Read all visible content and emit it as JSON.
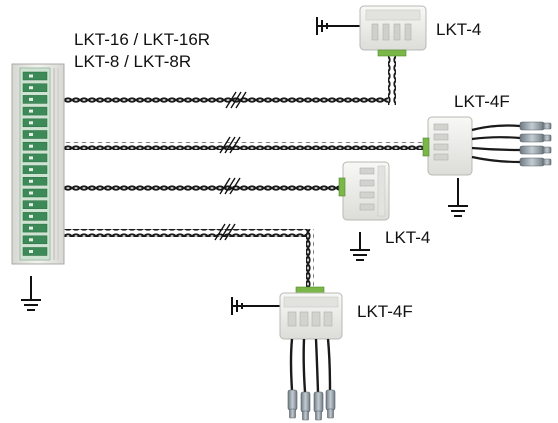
{
  "diagram": {
    "panel_labels": [
      "LKT-16 / LKT-16R",
      "LKT-8 / LKT-8R"
    ],
    "devices": [
      {
        "id": "top",
        "label": "LKT-4"
      },
      {
        "id": "right",
        "label": "LKT-4F"
      },
      {
        "id": "middle",
        "label": "LKT-4"
      },
      {
        "id": "bottom",
        "label": "LKT-4F"
      }
    ],
    "colors": {
      "cable": "#1a1a1a",
      "device_body": "#eeeeea",
      "terminal_green": "#7ab648",
      "panel_body": "#e6e6e2",
      "panel_green": "#3b8a57",
      "bnc_metal": "#9aa5ad"
    },
    "icons": [
      "ground-icon",
      "twisted-pair-cable-icon",
      "bnc-connector-icon",
      "cable-break-icon"
    ]
  }
}
